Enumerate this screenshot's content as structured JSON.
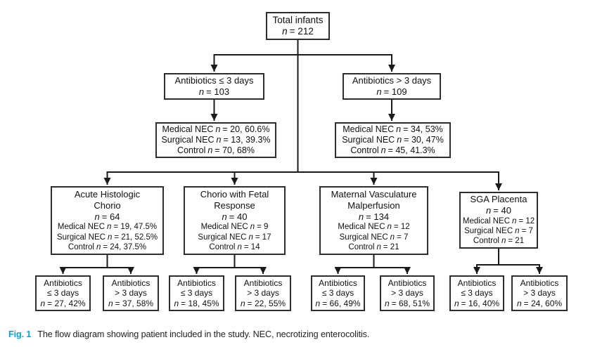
{
  "figure": {
    "n_symbol": "n",
    "caption": {
      "label": "Fig. 1",
      "text": "The flow diagram showing patient included in the study. NEC, necrotizing enterocolitis."
    },
    "colors": {
      "caption_accent": "#00a2e1",
      "box_border": "#2d2d2d",
      "connector_line": "#1a1a1a",
      "text": "#101010",
      "background": "#ffffff"
    }
  },
  "nodes": {
    "total": {
      "title": "Total infants",
      "n_post": "= 212"
    },
    "ab_le3": {
      "title": "Antibiotics ≤ 3 days",
      "n_post": "= 103"
    },
    "ab_gt3": {
      "title": "Antibiotics > 3 days",
      "n_post": "= 109"
    },
    "outcome_le3": {
      "stats": [
        {
          "pre": "Medical NEC",
          "post": "= 20, 60.6%"
        },
        {
          "pre": "Surgical NEC",
          "post": "= 13, 39.3%"
        },
        {
          "pre": "Control",
          "post": "= 70, 68%"
        }
      ]
    },
    "outcome_gt3": {
      "stats": [
        {
          "pre": "Medical NEC",
          "post": "= 34, 53%"
        },
        {
          "pre": "Surgical NEC",
          "post": "= 30, 47%"
        },
        {
          "pre": "Control",
          "post": "= 45, 41.3%"
        }
      ]
    },
    "cat_acute": {
      "title1": "Acute Histologic",
      "title2": "Chorio",
      "n_post": "= 64",
      "stats": [
        {
          "pre": "Medical NEC",
          "post": "= 19, 47.5%"
        },
        {
          "pre": "Surgical NEC",
          "post": "= 21, 52.5%"
        },
        {
          "pre": "Control",
          "post": "= 24, 37.5%"
        }
      ]
    },
    "cat_chorio_fetal": {
      "title1": "Chorio with Fetal",
      "title2": "Response",
      "n_post": "= 40",
      "stats": [
        {
          "pre": "Medical NEC",
          "post": "= 9"
        },
        {
          "pre": "Surgical NEC",
          "post": "= 17"
        },
        {
          "pre": "Control",
          "post": "= 14"
        }
      ]
    },
    "cat_mvm": {
      "title1": "Maternal Vasculature",
      "title2": "Malperfusion",
      "n_post": "= 134",
      "stats": [
        {
          "pre": "Medical NEC",
          "post": "= 12"
        },
        {
          "pre": "Surgical NEC",
          "post": "= 7"
        },
        {
          "pre": "Control",
          "post": "= 21"
        }
      ]
    },
    "cat_sga": {
      "title1": "SGA Placenta",
      "n_post": "= 40",
      "stats": [
        {
          "pre": "Medical NEC",
          "post": "= 12"
        },
        {
          "pre": "Surgical NEC",
          "post": "= 7"
        },
        {
          "pre": "Control",
          "post": "= 21"
        }
      ]
    },
    "leaf1": {
      "title1": "Antibiotics",
      "title2": "≤ 3 days",
      "n_post": "= 27, 42%"
    },
    "leaf2": {
      "title1": "Antibiotics",
      "title2": "> 3 days",
      "n_post": "= 37, 58%"
    },
    "leaf3": {
      "title1": "Antibiotics",
      "title2": "≤ 3 days",
      "n_post": "= 18, 45%"
    },
    "leaf4": {
      "title1": "Antibiotics",
      "title2": "> 3 days",
      "n_post": "= 22, 55%"
    },
    "leaf5": {
      "title1": "Antibiotics",
      "title2": "≤ 3 days",
      "n_post": "= 66, 49%"
    },
    "leaf6": {
      "title1": "Antibiotics",
      "title2": "> 3 days",
      "n_post": "= 68, 51%"
    },
    "leaf7": {
      "title1": "Antibiotics",
      "title2": "≤ 3 days",
      "n_post": "= 16, 40%"
    },
    "leaf8": {
      "title1": "Antibiotics",
      "title2": "> 3 days",
      "n_post": "= 24, 60%"
    }
  }
}
